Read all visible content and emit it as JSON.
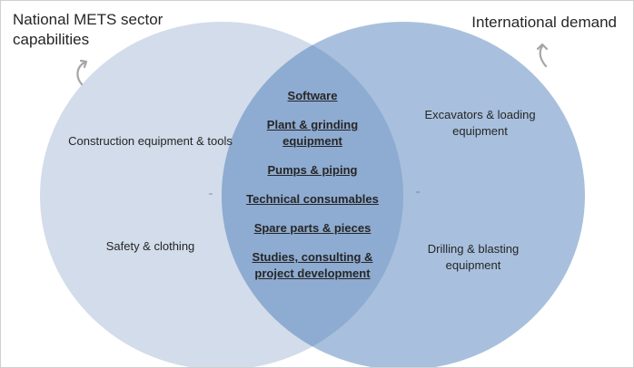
{
  "left_title": "National METS sector capabilities",
  "right_title": "International demand",
  "left_items": [
    "Construction equipment & tools",
    "Safety & clothing"
  ],
  "right_items": [
    "Excavators & loading equipment",
    "Drilling & blasting equipment"
  ],
  "overlap_items": [
    "Software",
    "Plant & grinding equipment",
    "Pumps & piping",
    "Technical consumables",
    "Spare parts & pieces",
    "Studies, consulting & project development"
  ],
  "colors": {
    "left_circle": "#d2dcea",
    "right_circle": "#a8c0dd",
    "overlap": "#8eabd1",
    "arrow": "#a6a6a6"
  }
}
